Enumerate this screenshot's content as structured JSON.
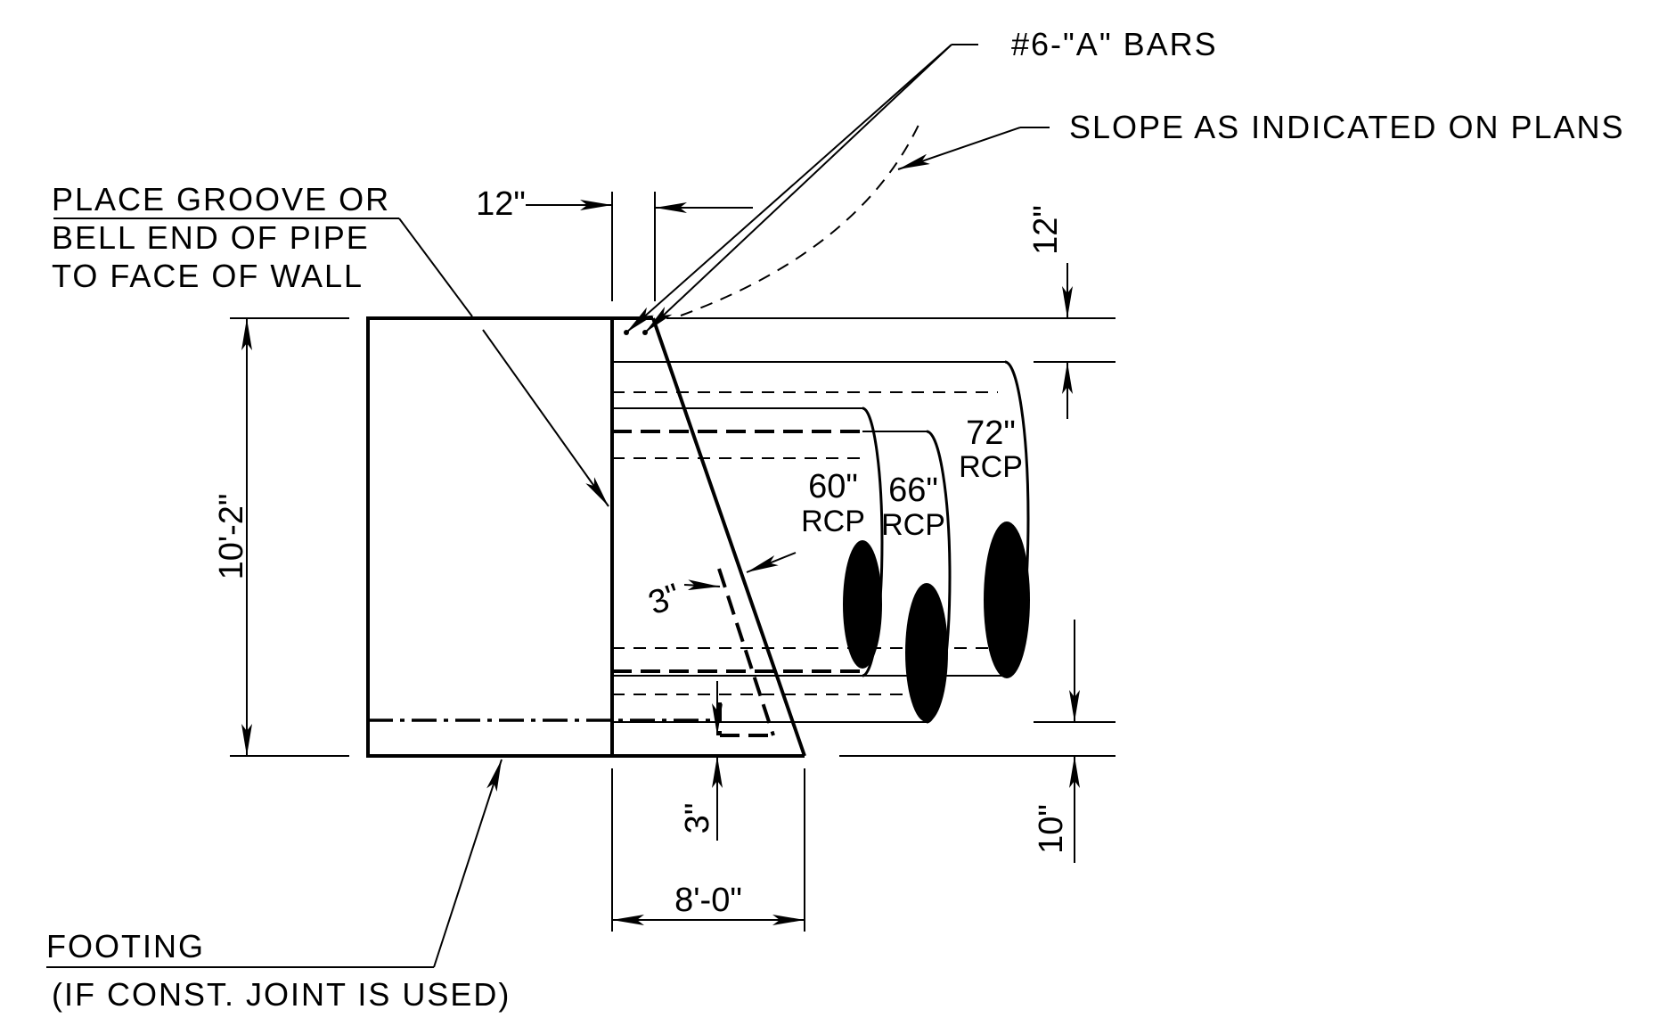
{
  "labels": {
    "bars": "#6-\"A\" BARS",
    "slope": "SLOPE AS INDICATED ON PLANS",
    "groove_line1": "PLACE GROOVE OR",
    "groove_line2": "BELL END OF PIPE",
    "groove_line3": "TO FACE OF WALL",
    "footing_line1": "FOOTING",
    "footing_line2": "(IF CONST. JOINT IS USED)"
  },
  "dimensions": {
    "wall_thickness_top": "12\"",
    "top_offset": "12\"",
    "wall_height": "10'-2\"",
    "cover_upper": "3\"",
    "cover_lower": "3\"",
    "bottom_offset": "10\"",
    "wall_base_width": "8'-0\""
  },
  "pipes": [
    {
      "size": "60\"",
      "type": "RCP"
    },
    {
      "size": "66\"",
      "type": "RCP"
    },
    {
      "size": "72\"",
      "type": "RCP"
    }
  ]
}
